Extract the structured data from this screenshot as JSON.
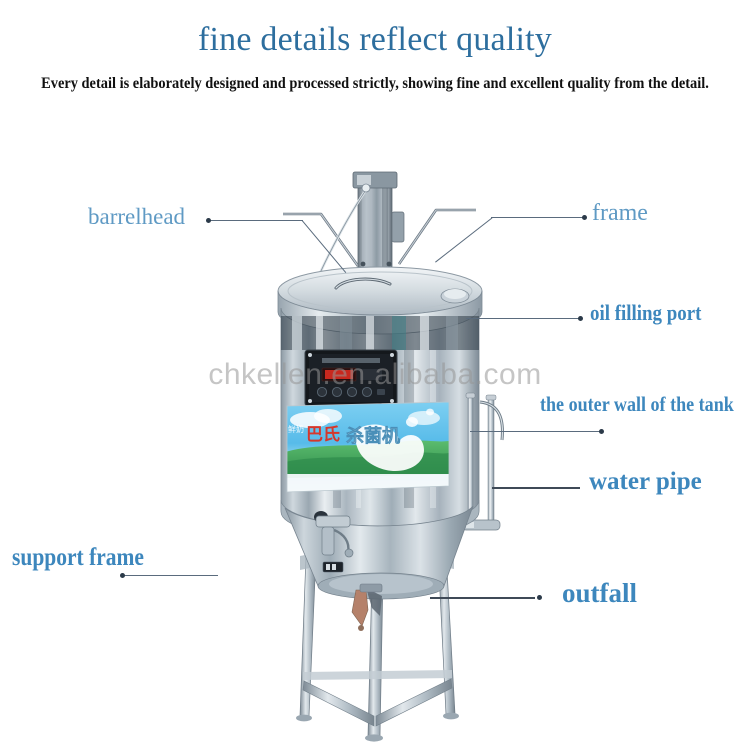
{
  "header": {
    "title": "fine details reflect quality",
    "subtitle": "Every detail is elaborately designed and processed strictly, showing fine and excellent quality from the detail.",
    "title_color": "#2d6e9e",
    "subtitle_color": "#111111"
  },
  "watermark": {
    "text": "chkellen.en.alibaba.com"
  },
  "callouts": [
    {
      "id": "barrelhead",
      "label": "barrelhead",
      "side": "left",
      "style": "thin"
    },
    {
      "id": "support-frame",
      "label": "support frame",
      "side": "left",
      "style": "bold-condensed"
    },
    {
      "id": "frame",
      "label": "frame",
      "side": "right",
      "style": "thin"
    },
    {
      "id": "oil-filling-port",
      "label": "oil filling port",
      "side": "right",
      "style": "bold-condensed"
    },
    {
      "id": "outer-wall",
      "label": "the outer wall of the tank",
      "side": "right",
      "style": "bold-condensed"
    },
    {
      "id": "water-pipe",
      "label": "water pipe",
      "side": "right",
      "style": "bold"
    },
    {
      "id": "outfall",
      "label": "outfall",
      "side": "right",
      "style": "bold"
    }
  ],
  "machine": {
    "name": "stainless steel pasteurizer tank",
    "label_panel_text": "巴氏杀菌机",
    "colors": {
      "steel_light": "#e4e9ec",
      "steel_mid": "#b4bfc7",
      "steel_dark": "#7d8a95",
      "panel_black": "#14181c",
      "led_red": "#c8281e",
      "label_sky": "#58b9e8",
      "label_grass": "#3fa35a"
    }
  }
}
